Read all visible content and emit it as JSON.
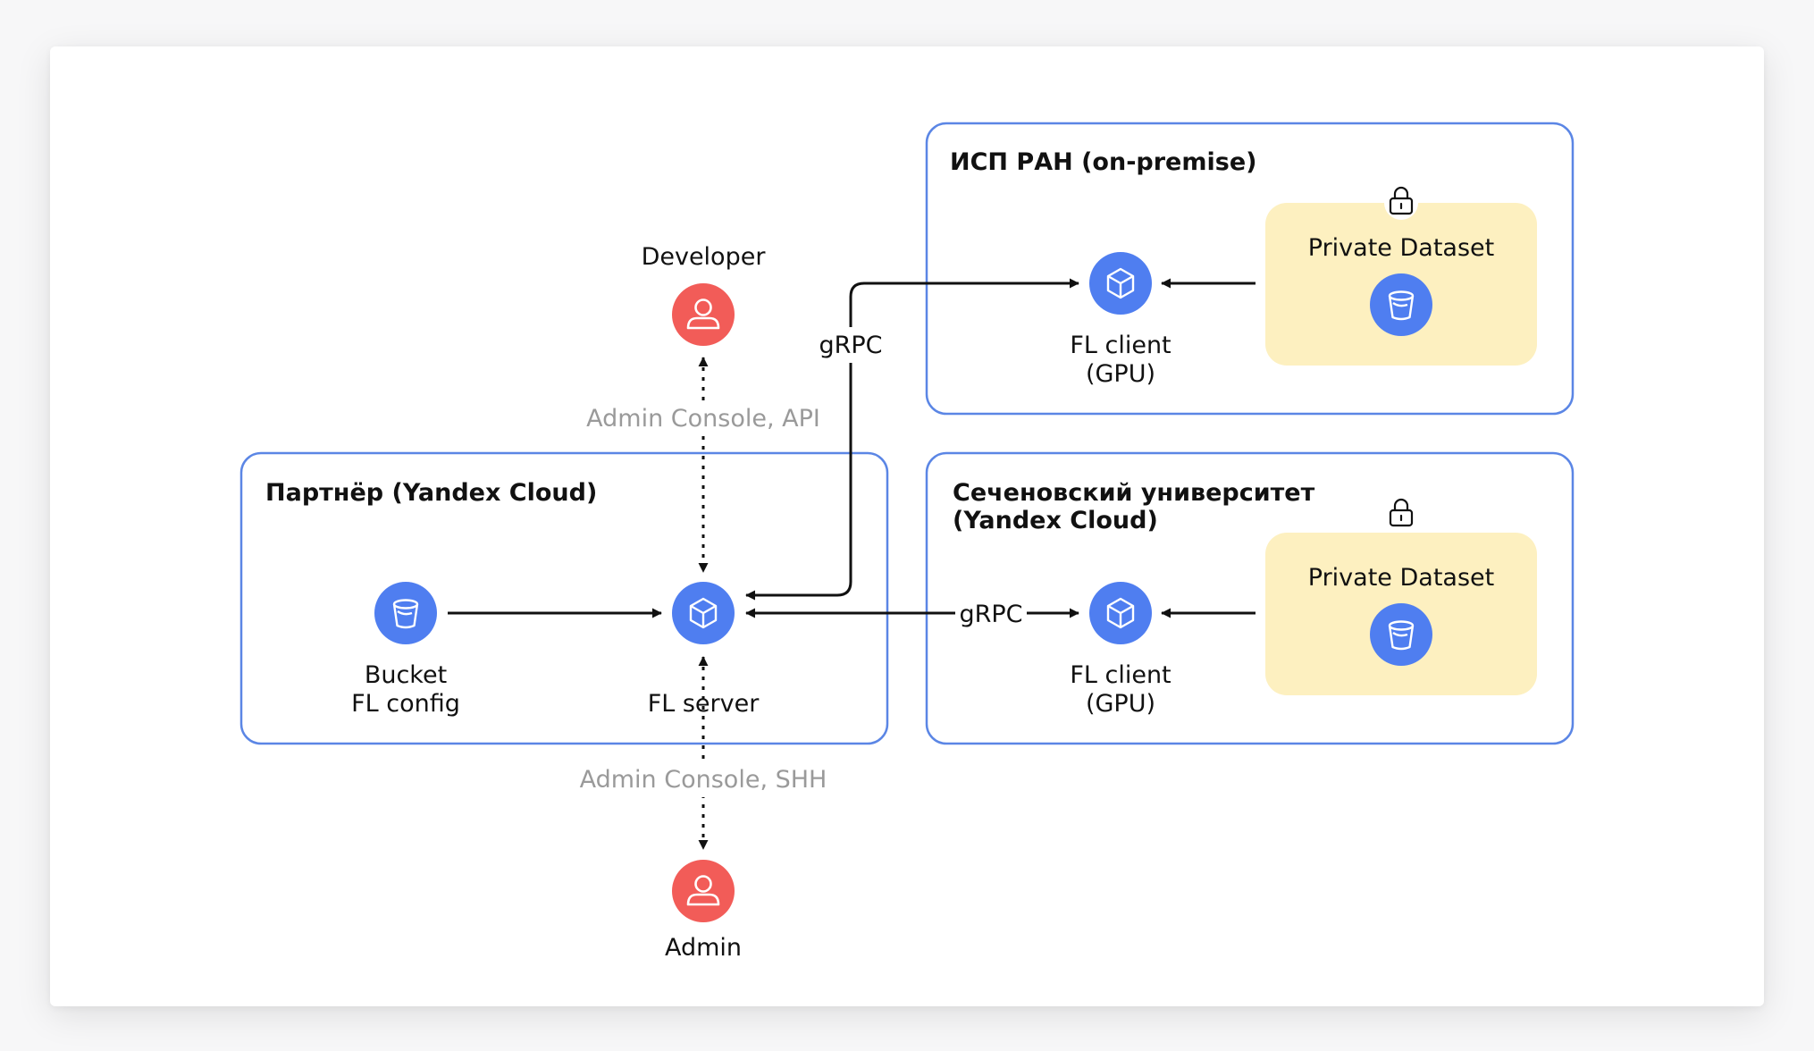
{
  "groups": {
    "isp": {
      "title": "ИСП РАН (on-premise)"
    },
    "partner": {
      "title": "Партнёр (Yandex Cloud)"
    },
    "sechenov": {
      "title_line1": "Сеченовский университет",
      "title_line2": "(Yandex Cloud)"
    }
  },
  "nodes": {
    "developer": {
      "label": "Developer",
      "icon": "user-icon"
    },
    "admin": {
      "label": "Admin",
      "icon": "user-icon"
    },
    "bucket": {
      "label_line1": "Bucket",
      "label_line2": "FL config",
      "icon": "bucket-icon"
    },
    "fl_server": {
      "label": "FL server",
      "icon": "cube-icon"
    },
    "fl_client_isp": {
      "label_line1": "FL client",
      "label_line2": "(GPU)",
      "icon": "cube-icon"
    },
    "fl_client_sechenov": {
      "label_line1": "FL client",
      "label_line2": "(GPU)",
      "icon": "cube-icon"
    },
    "dataset_isp": {
      "label": "Private Dataset",
      "icon": "bucket-icon",
      "lock_icon": "lock-icon"
    },
    "dataset_sechenov": {
      "label": "Private Dataset",
      "icon": "bucket-icon",
      "lock_icon": "lock-icon"
    }
  },
  "edges": {
    "dev_api": "Admin Console, API",
    "admin_ssh": "Admin Console, SHH",
    "grpc_isp": "gRPC",
    "grpc_sechenov": "gRPC"
  },
  "colors": {
    "border_blue": "#5b86e5",
    "node_blue": "#4f7ef0",
    "user_red": "#f25c58",
    "dataset_yellow": "#fdf0c0",
    "edge_label_gray": "#9a9a9a",
    "text": "#111111"
  }
}
